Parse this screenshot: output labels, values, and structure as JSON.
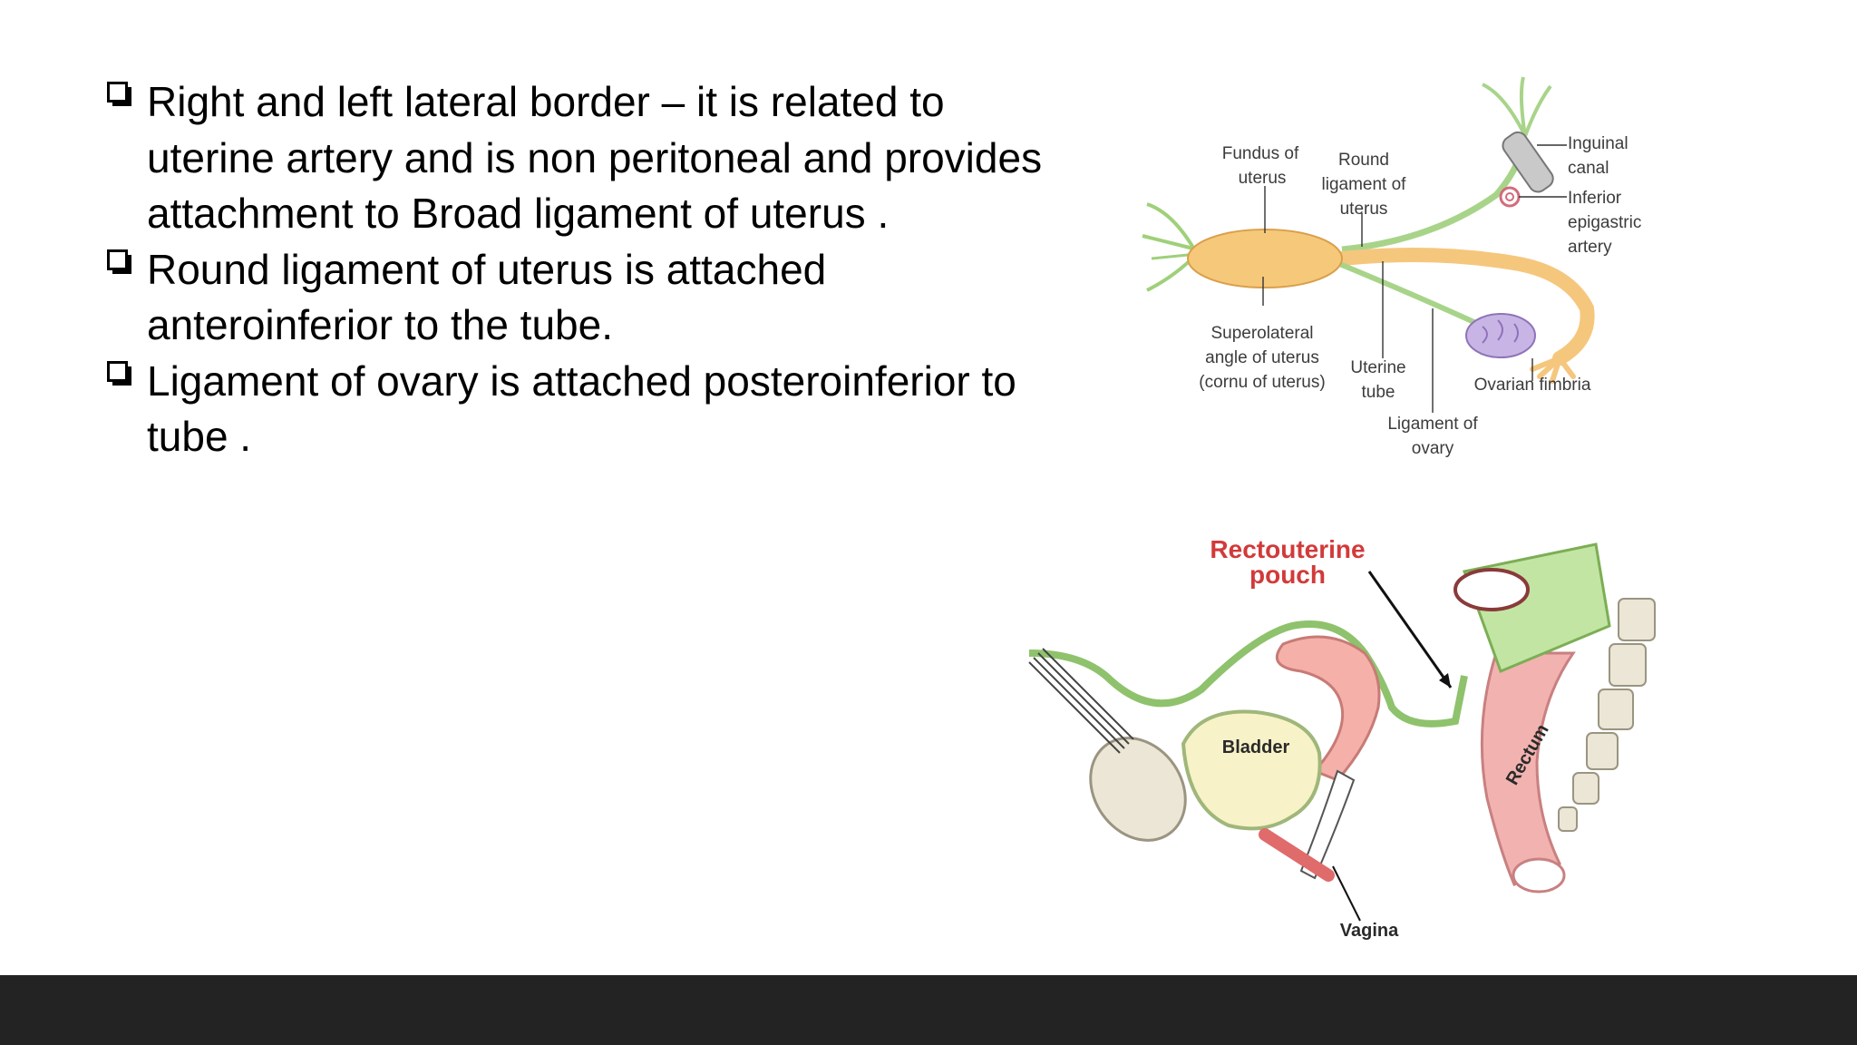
{
  "bullets": [
    {
      "icon": "checkbox-bullet-icon",
      "text": "Right and left lateral border – it is related to uterine artery and is non peritoneal and provides attachment to Broad ligament of uterus ."
    },
    {
      "icon": "checkbox-bullet-icon",
      "text": "Round ligament of uterus is attached anteroinferior to the tube."
    },
    {
      "icon": "checkbox-bullet-icon",
      "text": "Ligament of ovary is attached posteroinferior to tube ."
    }
  ],
  "figure_uterus": {
    "labels": {
      "fundus_1": "Fundus of",
      "fundus_2": "uterus",
      "round_1": "Round",
      "round_2": "ligament of",
      "round_3": "uterus",
      "inguinal_1": "Inguinal",
      "inguinal_2": "canal",
      "epigastric_1": "Inferior",
      "epigastric_2": "epigastric",
      "epigastric_3": "artery",
      "superolateral_1": "Superolateral",
      "superolateral_2": "angle of uterus",
      "superolateral_3": "(cornu of uterus)",
      "uterine_tube_1": "Uterine",
      "uterine_tube_2": "tube",
      "ovarian_fimbria": "Ovarian fimbria",
      "ligament_ovary_1": "Ligament of",
      "ligament_ovary_2": "ovary"
    }
  },
  "figure_pelvis": {
    "labels": {
      "pouch_1": "Rectouterine",
      "pouch_2": "pouch",
      "bladder": "Bladder",
      "rectum": "Rectum",
      "vagina": "Vagina"
    }
  },
  "colors": {
    "footer": "#232323",
    "uterus": "#f6c97a",
    "peritoneum": "#bfe3a0",
    "ovary": "#c8b5e6",
    "rectouterine_label": "#d23a3a"
  }
}
